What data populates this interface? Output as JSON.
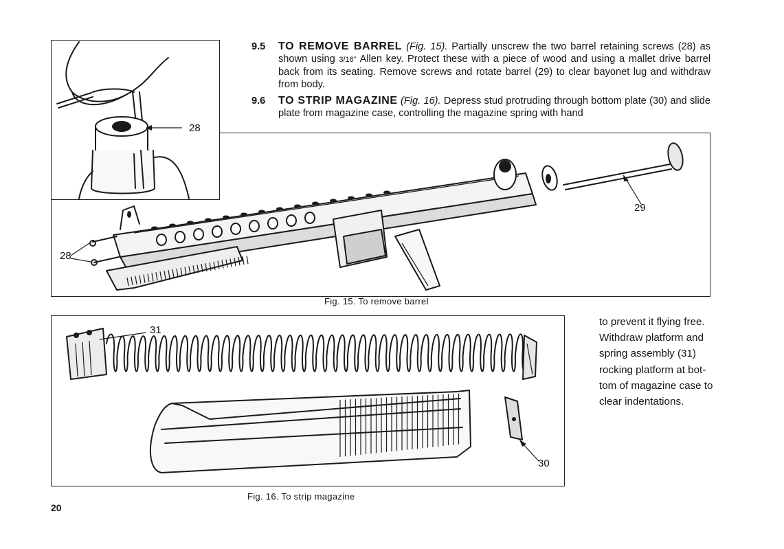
{
  "sections": [
    {
      "number": "9.5",
      "heading": "TO REMOVE BARREL",
      "ref": "(Fig. 15).",
      "text_1": " Partially unscrew the two barrel retaining screws (28) as shown using ",
      "fraction": "3/16\"",
      "text_2": " Allen key. Protect these with a piece of wood and using a mallet drive barrel back from its seating. Remove screws and rotate barrel (29) to clear bayonet lug and withdraw from body."
    },
    {
      "number": "9.6",
      "heading": "TO STRIP MAGAZINE",
      "ref": "(Fig. 16).",
      "text_1": " Depress stud protruding through bottom plate (30) and slide plate from magazine case, controlling the magazine spring with hand"
    }
  ],
  "continuation_lines": [
    "to prevent it flying free.",
    "Withdraw platform and",
    "spring assembly (31)",
    "rocking platform at bot-",
    "tom of magazine case to",
    "clear indentations."
  ],
  "figures": {
    "fig15": {
      "caption": "Fig. 15.   To remove barrel",
      "callouts": {
        "screw_inset": "28",
        "screws": "28",
        "barrel": "29"
      }
    },
    "fig16": {
      "caption": "Fig. 16.   To strip magazine",
      "callouts": {
        "spring_assembly": "31",
        "bottom_plate": "30"
      }
    }
  },
  "page_number": "20"
}
